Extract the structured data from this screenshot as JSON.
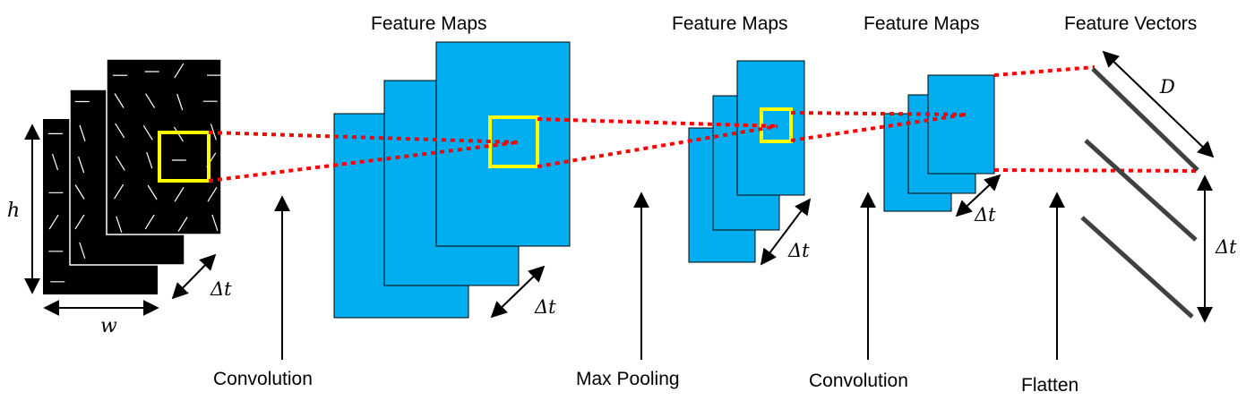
{
  "labels": {
    "feature_maps": "Feature Maps",
    "feature_vectors": "Feature Vectors",
    "convolution": "Convolution",
    "max_pooling": "Max Pooling",
    "flatten": "Flatten",
    "h": "h",
    "w": "w",
    "delta_t": "Δt",
    "D": "D"
  },
  "colors": {
    "input_frame": "#000000",
    "feature_map": "#00aeef",
    "receptive_box": "#ffff00",
    "projection_line": "#ff0000",
    "vector_bar": "#404040"
  }
}
